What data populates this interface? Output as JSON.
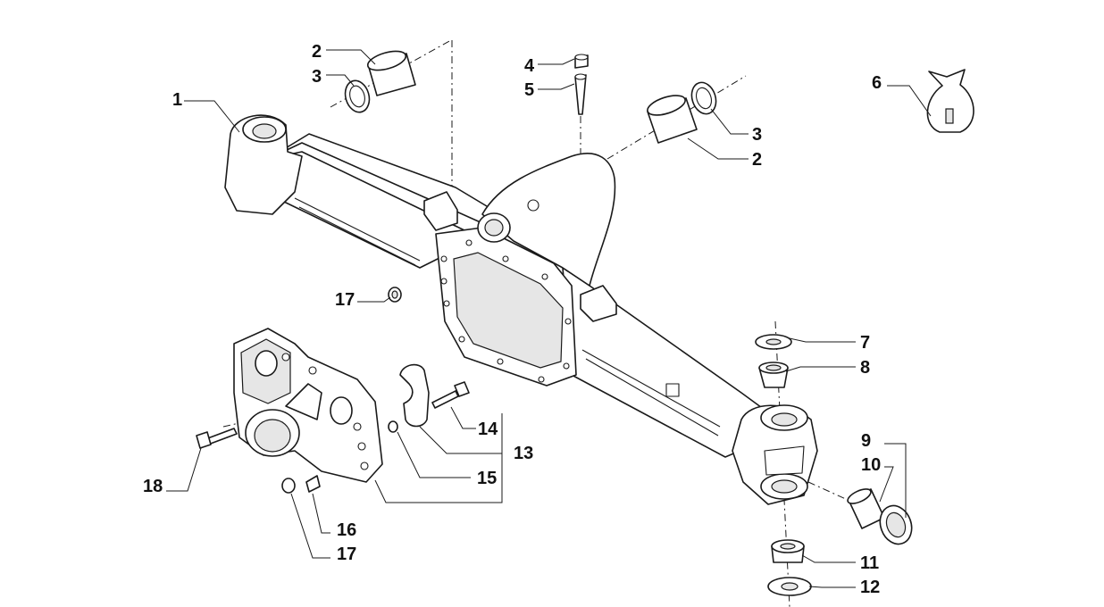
{
  "callouts": [
    {
      "id": "c1",
      "text": "1"
    },
    {
      "id": "c2a",
      "text": "2"
    },
    {
      "id": "c3a",
      "text": "3"
    },
    {
      "id": "c4",
      "text": "4"
    },
    {
      "id": "c5",
      "text": "5"
    },
    {
      "id": "c6",
      "text": "6"
    },
    {
      "id": "c3b",
      "text": "3"
    },
    {
      "id": "c2b",
      "text": "2"
    },
    {
      "id": "c17a",
      "text": "17"
    },
    {
      "id": "c7",
      "text": "7"
    },
    {
      "id": "c8",
      "text": "8"
    },
    {
      "id": "c9",
      "text": "9"
    },
    {
      "id": "c10",
      "text": "10"
    },
    {
      "id": "c14",
      "text": "14"
    },
    {
      "id": "c13",
      "text": "13"
    },
    {
      "id": "c15",
      "text": "15"
    },
    {
      "id": "c18",
      "text": "18"
    },
    {
      "id": "c16",
      "text": "16"
    },
    {
      "id": "c17b",
      "text": "17"
    },
    {
      "id": "c11",
      "text": "11"
    },
    {
      "id": "c12",
      "text": "12"
    }
  ],
  "colors": {
    "line": "#1a1a1a",
    "background": "#ffffff",
    "shade": "#e6e6e6"
  }
}
